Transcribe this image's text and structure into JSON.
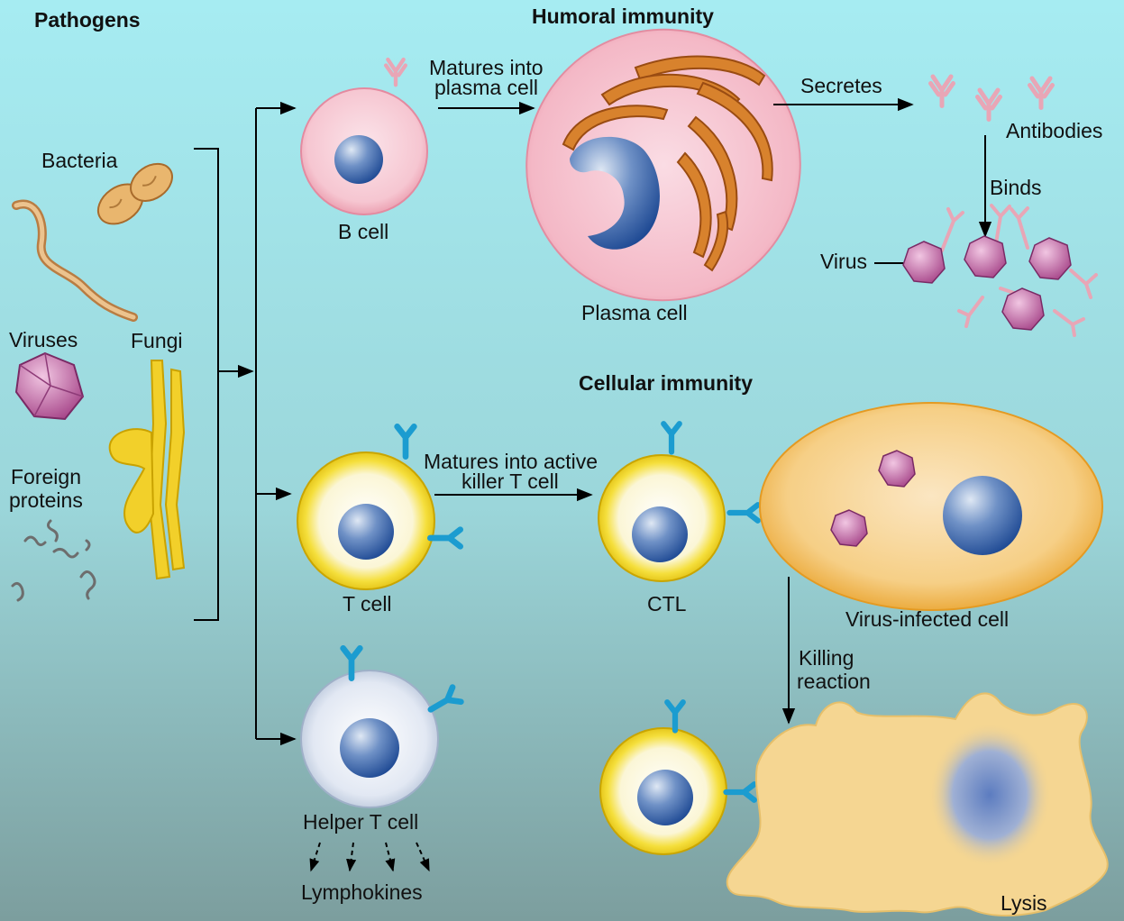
{
  "titles": {
    "pathogens": "Pathogens",
    "humoral": "Humoral immunity",
    "cellular": "Cellular immunity"
  },
  "pathogens": {
    "bacteria": "Bacteria",
    "viruses": "Viruses",
    "fungi": "Fungi",
    "foreign_line1": "Foreign",
    "foreign_line2": "proteins"
  },
  "humoral": {
    "b_cell": "B cell",
    "matures_line1": "Matures into",
    "matures_line2": "plasma cell",
    "plasma_cell": "Plasma cell",
    "secretes": "Secretes",
    "antibodies": "Antibodies",
    "binds": "Binds",
    "virus": "Virus"
  },
  "cellular": {
    "t_cell": "T cell",
    "matures_line1": "Matures into active",
    "matures_line2": "killer T cell",
    "ctl": "CTL",
    "virus_infected": "Virus-infected cell",
    "killing_line1": "Killing",
    "killing_line2": "reaction",
    "helper_t": "Helper T cell",
    "lymphokines": "Lymphokines",
    "lysis": "Lysis"
  },
  "colors": {
    "background_top": "#a6ecf2",
    "background_bottom": "#7fa1a1",
    "b_cell": "#f3b4c2",
    "plasma_cell": "#f2a9b9",
    "nucleus": "#2d5fa6",
    "t_cell_ring": "#f2d11e",
    "receptor": "#1b9cd0",
    "virus": "#b8609d",
    "infected_cell": "#f0b23c",
    "lysed_cell": "#f4d48e",
    "er": "#c4681a"
  }
}
